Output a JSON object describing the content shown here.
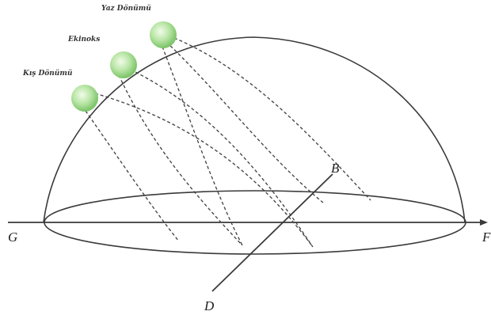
{
  "labels": {
    "summer_solstice": "Yaz Dönümü",
    "equinox": "Ekinoks",
    "winter_solstice": "Kış Dönümü",
    "west": "G",
    "east": "F",
    "north": "B",
    "south": "D"
  },
  "colors": {
    "line": "#3a3a3a",
    "sun_center": "#f2fbe9",
    "sun_mid": "#b9e6a6",
    "sun_edge": "#7fc56b"
  },
  "icons": {
    "sun_marker": "sun-disc-icon",
    "axis_arrow": "arrow-right-icon"
  }
}
